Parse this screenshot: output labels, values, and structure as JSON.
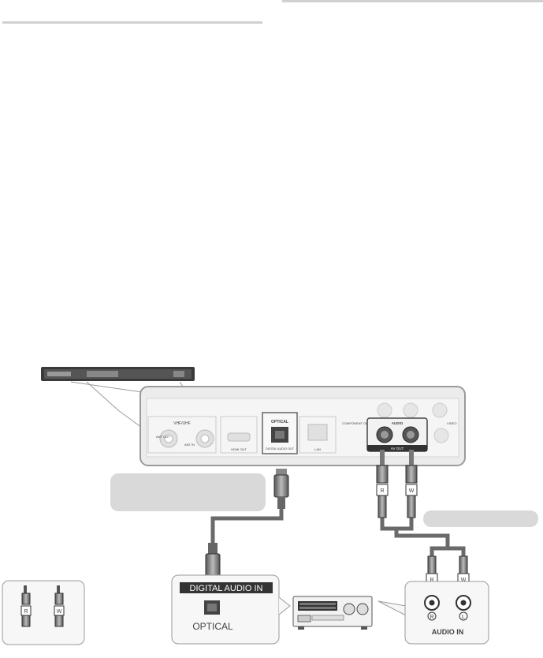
{
  "panel": {
    "vhf_uhf": "VHF/UHF",
    "ant_out": "ANT OUT",
    "ant_in": "ANT IN",
    "hdmi_out": "HDMI OUT",
    "optical": "OPTICAL",
    "digital_audio_out": "DIGITAL AUDIO OUT",
    "lan": "LAN",
    "component_out": "COMPONENT OUT",
    "audio": "AUDIO",
    "av_out": "AV OUT",
    "video": "VIDEO"
  },
  "plugs": {
    "red": "R",
    "white": "W"
  },
  "callouts": {
    "digital_audio_in": "DIGITAL AUDIO IN",
    "optical_label": "OPTICAL",
    "audio_in": "AUDIO IN",
    "right_channel": "R",
    "left_channel": "L"
  },
  "colors": {
    "panel_fill": "#ececec",
    "panel_stroke": "#9a9a9a",
    "cable": "#6a6a6a",
    "pill": "#d9d9d9",
    "dark_bar": "#333333"
  }
}
